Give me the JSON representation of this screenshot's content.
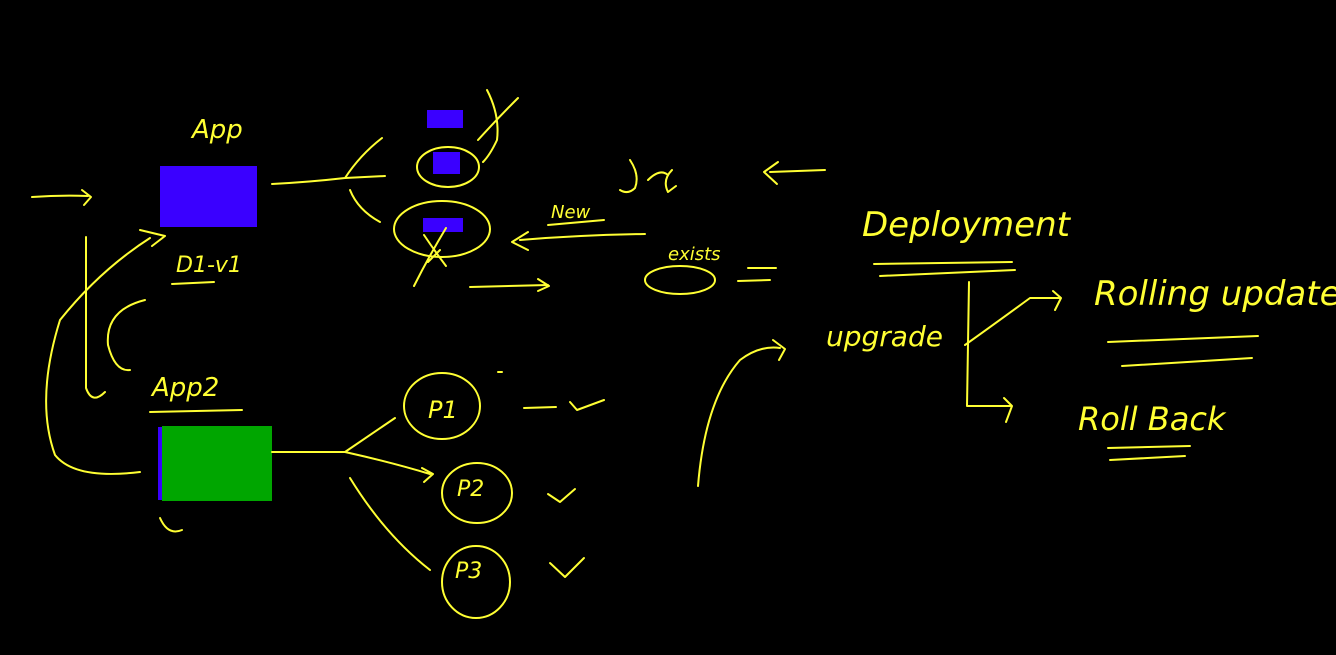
{
  "labels": {
    "app": "App",
    "version": "D1-v1",
    "app2": "App2",
    "new": "New",
    "exists": "exists",
    "deployment": "Deployment",
    "upgrade": "upgrade",
    "rolling_updates": "Rolling updates",
    "roll_back": "Roll Back",
    "p1": "P1",
    "p2": "P2",
    "p3": "P3"
  },
  "colors": {
    "ink": "#ffff33",
    "app_box": "#3a00ff",
    "app2_box": "#00a600",
    "background": "#000000"
  }
}
